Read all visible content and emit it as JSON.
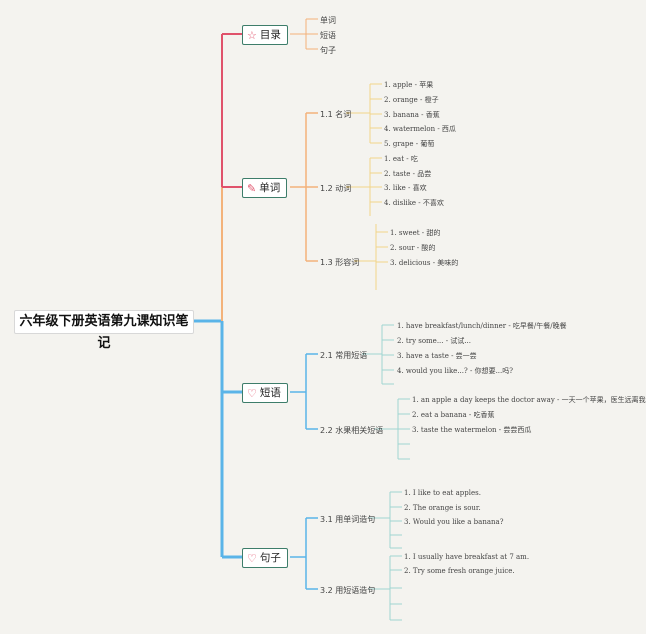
{
  "root": {
    "label": "六年级下册英语第九课知识笔记"
  },
  "colors": {
    "red": "#e0526b",
    "orange": "#f3b27a",
    "yellow": "#f2d48a",
    "blue": "#5ab4e8",
    "teal": "#9fd6d2",
    "branch_border": "#3d7d6a"
  },
  "branches": [
    {
      "label": "目录",
      "icon": "☆",
      "icon_name": "star-icon",
      "icon_color": "#e0526b",
      "items": [
        "单词",
        "短语",
        "句子"
      ]
    },
    {
      "label": "单词",
      "icon": "✎",
      "icon_name": "pencil-icon",
      "icon_color": "#e0526b",
      "groups": [
        {
          "label": "1.1 名词",
          "items": [
            "1. apple - 苹果",
            "2. orange - 橙子",
            "3. banana - 香蕉",
            "4. watermelon - 西瓜",
            "5. grape - 葡萄"
          ]
        },
        {
          "label": "1.2 动词",
          "items": [
            "1. eat - 吃",
            "2. taste - 品尝",
            "3. like - 喜欢",
            "4. dislike - 不喜欢"
          ]
        },
        {
          "label": "1.3 形容词",
          "items": [
            "1. sweet - 甜的",
            "2. sour - 酸的",
            "3. delicious - 美味的"
          ]
        }
      ]
    },
    {
      "label": "短语",
      "icon": "♡",
      "icon_name": "heart-icon",
      "icon_color": "#e0526b",
      "groups": [
        {
          "label": "2.1 常用短语",
          "items": [
            "1. have breakfast/lunch/dinner - 吃早餐/午餐/晚餐",
            "2. try some... - 试试...",
            "3. have a taste - 尝一尝",
            "4. would you like...? - 你想要...吗?"
          ]
        },
        {
          "label": "2.2 水果相关短语",
          "items": [
            "1. an apple a day keeps the doctor away - 一天一个苹果，医生远离我",
            "2. eat a banana - 吃香蕉",
            "3. taste the watermelon - 尝尝西瓜"
          ]
        }
      ]
    },
    {
      "label": "句子",
      "icon": "♡",
      "icon_name": "heart-icon",
      "icon_color": "#e0526b",
      "groups": [
        {
          "label": "3.1 用单词造句",
          "items": [
            "1. I like to eat apples.",
            "2. The orange is sour.",
            "3. Would you like a banana?"
          ]
        },
        {
          "label": "3.2 用短语造句",
          "items": [
            "1. I usually have breakfast at 7 am.",
            "2. Try some fresh orange juice."
          ]
        }
      ]
    }
  ]
}
